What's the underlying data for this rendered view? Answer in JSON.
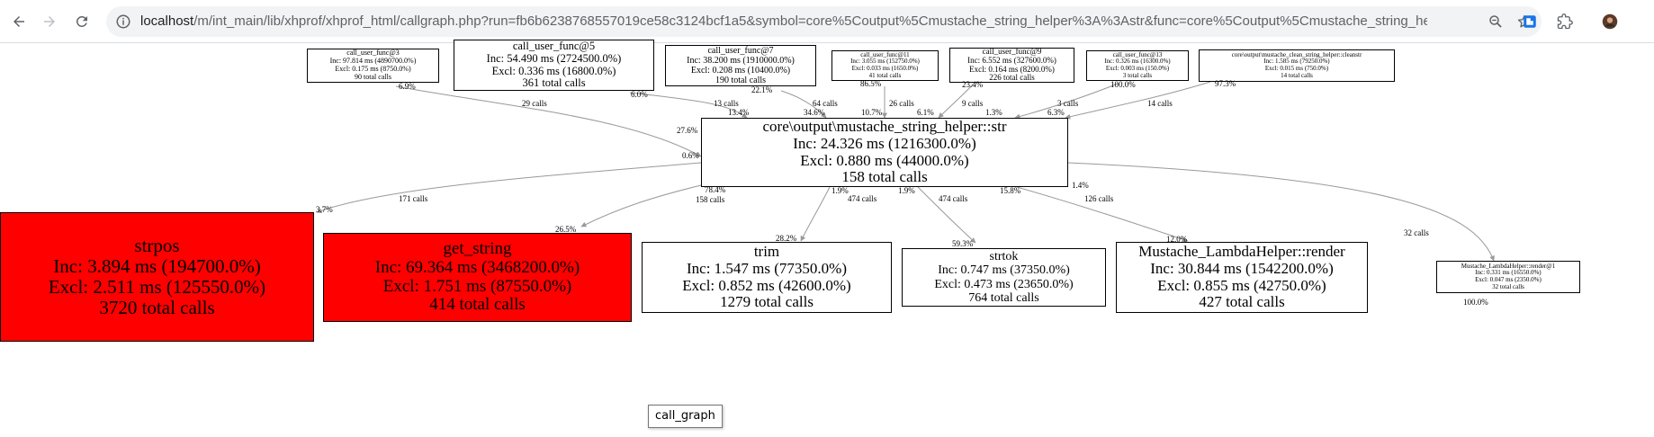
{
  "browser": {
    "url_host": "localhost",
    "url_path": "/m/int_main/lib/xhprof/xhprof_html/callgraph.php?run=fb6b6238768557019ce58c3124bcf1a5&symbol=core%5Coutput%5Cmustache_string_helper%3A%3Astr&func=core%5Coutput%5Cmustache_string_helper%3..."
  },
  "tooltip": "call_graph",
  "nodes": {
    "cuf3": {
      "name": "call_user_func@3",
      "inc": "Inc: 97.814 ms (4890700.0%)",
      "excl": "Excl: 0.175 ms (8750.0%)",
      "calls": "90 total calls"
    },
    "cuf5": {
      "name": "call_user_func@5",
      "inc": "Inc: 54.490 ms (2724500.0%)",
      "excl": "Excl: 0.336 ms (16800.0%)",
      "calls": "361 total calls"
    },
    "cuf7": {
      "name": "call_user_func@7",
      "inc": "Inc: 38.200 ms (1910000.0%)",
      "excl": "Excl: 0.208 ms (10400.0%)",
      "calls": "190 total calls"
    },
    "cuf11": {
      "name": "call_user_func@11",
      "inc": "Inc: 3.055 ms (152750.0%)",
      "excl": "Excl: 0.033 ms (1650.0%)",
      "calls": "41 total calls"
    },
    "cuf9": {
      "name": "call_user_func@9",
      "inc": "Inc: 6.552 ms (327600.0%)",
      "excl": "Excl: 0.164 ms (8200.0%)",
      "calls": "226 total calls"
    },
    "cuf13": {
      "name": "call_user_func@13",
      "inc": "Inc: 0.326 ms (16300.0%)",
      "excl": "Excl: 0.003 ms (150.0%)",
      "calls": "3 total calls"
    },
    "clean": {
      "name": "core\\output\\mustache_clean_string_helper::cleanstr",
      "inc": "Inc: 1.585 ms (79250.0%)",
      "excl": "Excl: 0.015 ms (750.0%)",
      "calls": "14 total calls"
    },
    "main": {
      "name": "core\\output\\mustache_string_helper::str",
      "inc": "Inc: 24.326 ms (1216300.0%)",
      "excl": "Excl: 0.880 ms (44000.0%)",
      "calls": "158 total calls"
    },
    "strpos": {
      "name": "strpos",
      "inc": "Inc: 3.894 ms (194700.0%)",
      "excl": "Excl: 2.511 ms (125550.0%)",
      "calls": "3720 total calls"
    },
    "getstr": {
      "name": "get_string",
      "inc": "Inc: 69.364 ms (3468200.0%)",
      "excl": "Excl: 1.751 ms (87550.0%)",
      "calls": "414 total calls"
    },
    "trim": {
      "name": "trim",
      "inc": "Inc: 1.547 ms (77350.0%)",
      "excl": "Excl: 0.852 ms (42600.0%)",
      "calls": "1279 total calls"
    },
    "strtok": {
      "name": "strtok",
      "inc": "Inc: 0.747 ms (37350.0%)",
      "excl": "Excl: 0.473 ms (23650.0%)",
      "calls": "764 total calls"
    },
    "render": {
      "name": "Mustache_LambdaHelper::render",
      "inc": "Inc: 30.844 ms (1542200.0%)",
      "excl": "Excl: 0.855 ms (42750.0%)",
      "calls": "427 total calls"
    },
    "render1": {
      "name": "Mustache_LambdaHelper::render@1",
      "inc": "Inc: 0.331 ms (16550.0%)",
      "excl": "Excl: 0.047 ms (2350.0%)",
      "calls": "32 total calls"
    }
  },
  "edges": {
    "cuf3": {
      "src_pct": "6.9%",
      "calls": "29 calls",
      "dst_pct": "27.6%"
    },
    "cuf5": {
      "src_pct": "6.0%",
      "calls": "13 calls",
      "dst_pct": "13.4%"
    },
    "cuf7": {
      "src_pct": "22.1%",
      "calls": "64 calls",
      "dst_pct": "34.6%"
    },
    "cuf11": {
      "src_pct": "86.5%",
      "calls": "26 calls",
      "dst_pct": "10.7%"
    },
    "cuf9": {
      "src_pct": "23.4%",
      "calls": "9 calls",
      "dst_pct": "6.1%"
    },
    "cuf13": {
      "src_pct": "100.0%",
      "calls": "3 calls",
      "dst_pct": "1.3%"
    },
    "clean": {
      "src_pct": "97.3%",
      "calls": "14 calls",
      "dst_pct": "6.3%"
    },
    "strpos": {
      "src_pct": "0.6%",
      "calls": "171 calls",
      "dst_pct": "3.7%"
    },
    "getstr": {
      "src_pct": "78.4%",
      "calls": "158 calls",
      "dst_pct": "26.5%"
    },
    "trim": {
      "src_pct": "1.9%",
      "calls": "474 calls",
      "dst_pct": "28.2%"
    },
    "strtok": {
      "src_pct": "1.9%",
      "calls": "474 calls",
      "dst_pct": "59.3%"
    },
    "render": {
      "src_pct": "15.8%",
      "calls": "126 calls",
      "dst_pct": "12.0%"
    },
    "render1": {
      "src_pct": "1.4%",
      "calls": "32 calls",
      "dst_pct": "100.0%"
    }
  },
  "colors": {
    "hot": "#ff0000",
    "edge": "#999999"
  }
}
